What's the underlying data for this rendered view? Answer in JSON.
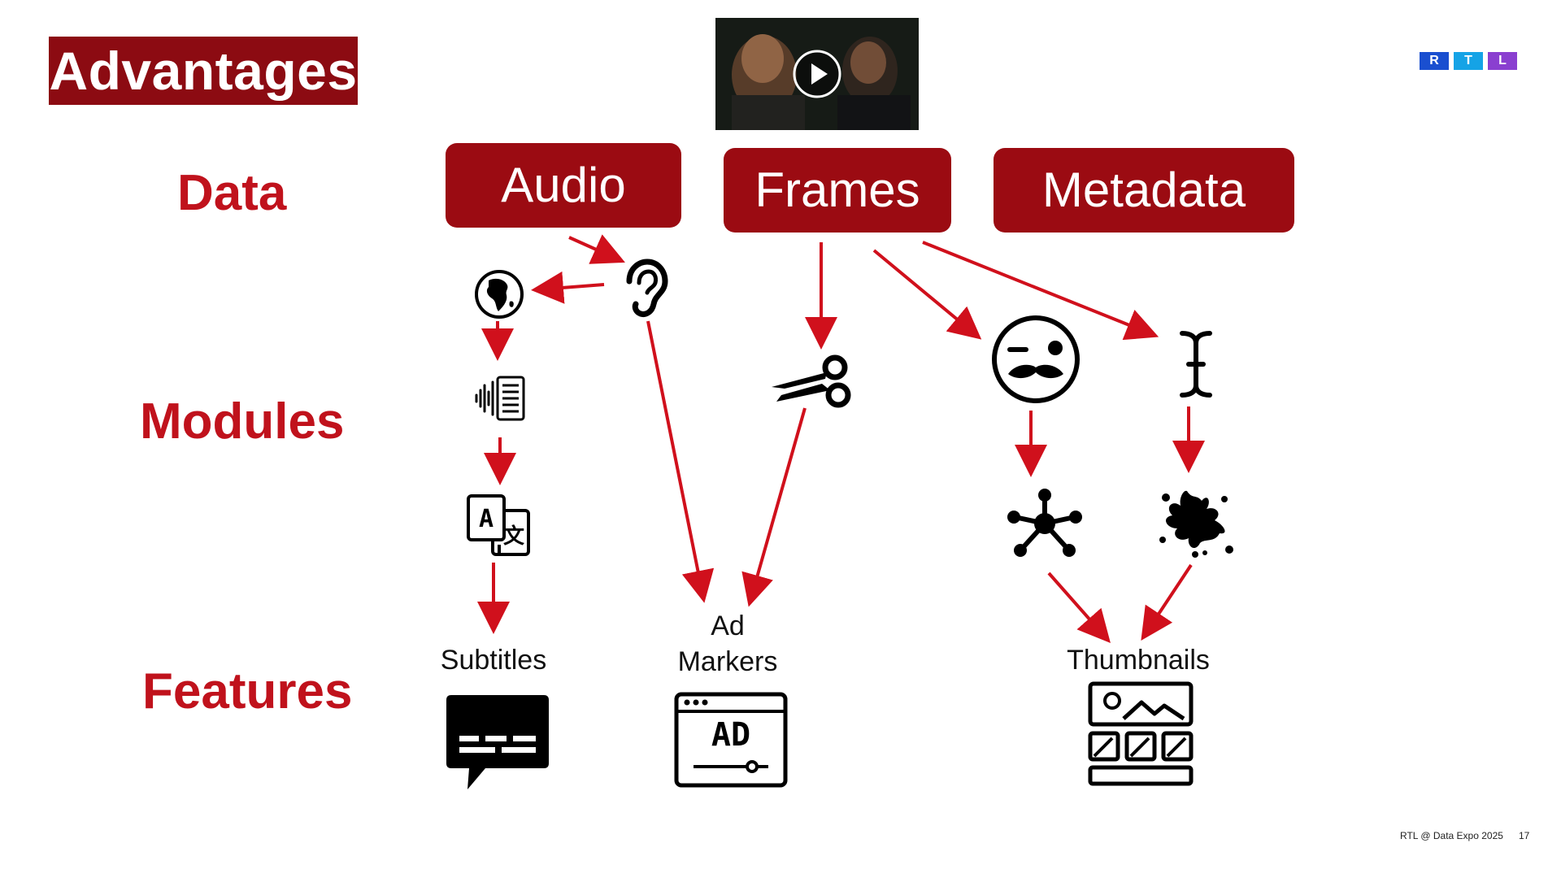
{
  "slide": {
    "title": "Advantages",
    "rows": {
      "data": "Data",
      "modules": "Modules",
      "features": "Features"
    },
    "sources": {
      "audio": "Audio",
      "frames": "Frames",
      "metadata": "Metadata"
    },
    "features": {
      "subtitles": "Subtitles",
      "ad_markers_line1": "Ad",
      "ad_markers_line2": "Markers",
      "thumbnails": "Thumbnails"
    },
    "ad_icon_text": "AD",
    "logo": {
      "letters": [
        "R",
        "T",
        "L"
      ],
      "colors": [
        "#1a4fd0",
        "#15a3e6",
        "#8a3fd0"
      ]
    },
    "footer": {
      "event": "RTL @ Data Expo 2025",
      "page": "17"
    },
    "colors": {
      "accent": "#c0121c",
      "box": "#9b0b12",
      "arrow": "#d0101c"
    }
  },
  "icons": [
    "globe-icon",
    "ear-icon",
    "sound-document-icon",
    "translate-icon",
    "scissors-icon",
    "mustache-face-icon",
    "text-cursor-icon",
    "graph-node-icon",
    "paint-splat-icon",
    "subtitles-icon",
    "ad-marker-icon",
    "thumbnails-icon",
    "play-icon"
  ]
}
